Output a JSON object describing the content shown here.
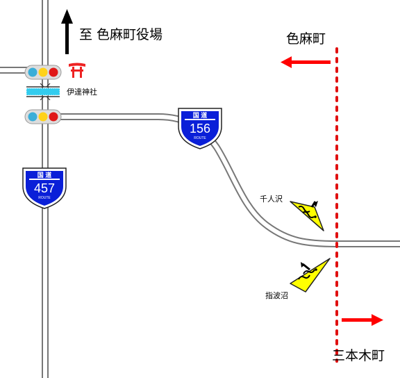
{
  "labels": {
    "to_town_office": "至 色麻町役場",
    "shikama_town": "色麻町",
    "sanbongi_town": "三本木町",
    "date_shrine": "伊達神社",
    "senninzawa": "千人沢",
    "sashinamizu": "指波沼"
  },
  "routes": [
    {
      "kanji": "国 道",
      "number": "156",
      "sub": "ROUTE"
    },
    {
      "kanji": "国 道",
      "number": "457",
      "sub": "ROUTE"
    }
  ],
  "colors": {
    "road_fill": "#ffffff",
    "road_edge": "#777777",
    "boundary": "#e01010",
    "arrow_red": "#ff0000",
    "shield_blue": "#0a1fd8",
    "sign_yellow": "#ffff00",
    "bridge_cyan": "#33ccee",
    "torii_red": "#ee2222"
  },
  "icons": [
    "torii-icon",
    "traffic-light-icon",
    "bridge-icon",
    "route-shield-icon",
    "warning-sign-icon",
    "arrow-icon"
  ]
}
